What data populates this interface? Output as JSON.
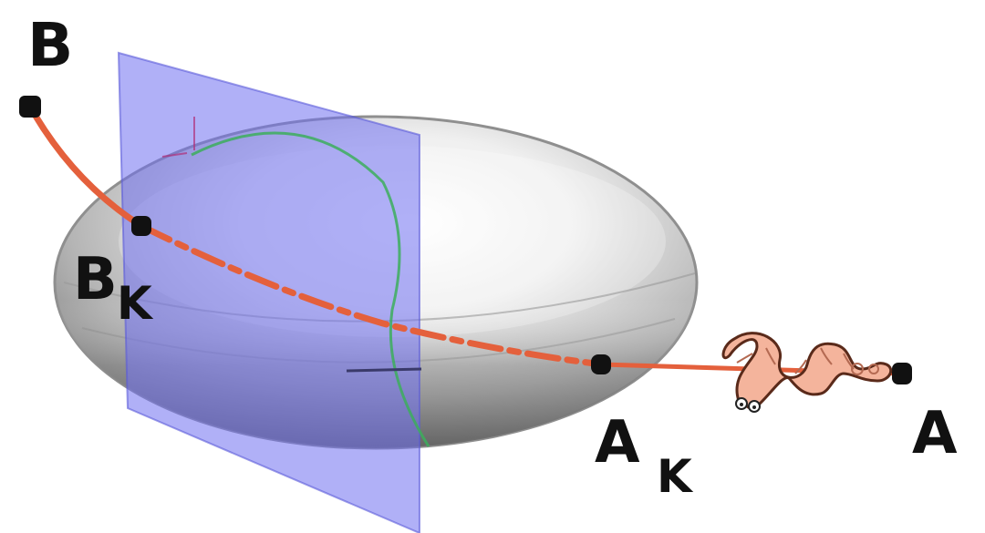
{
  "labels": {
    "B": "B",
    "B_k_main": "B",
    "B_k_sub": "K",
    "A_k_main": "A",
    "A_k_sub": "K",
    "A": "A"
  },
  "colors": {
    "background": "#ffffff",
    "plane": "#6f6ff0",
    "path": "#e4603c",
    "ellipsoid": "#bfbfbf",
    "meridian": "#3cae5c",
    "point": "#111111",
    "worm_body": "#f4b49c",
    "worm_outline": "#5a2a1a"
  },
  "icons": {
    "worm": "worm-icon"
  }
}
